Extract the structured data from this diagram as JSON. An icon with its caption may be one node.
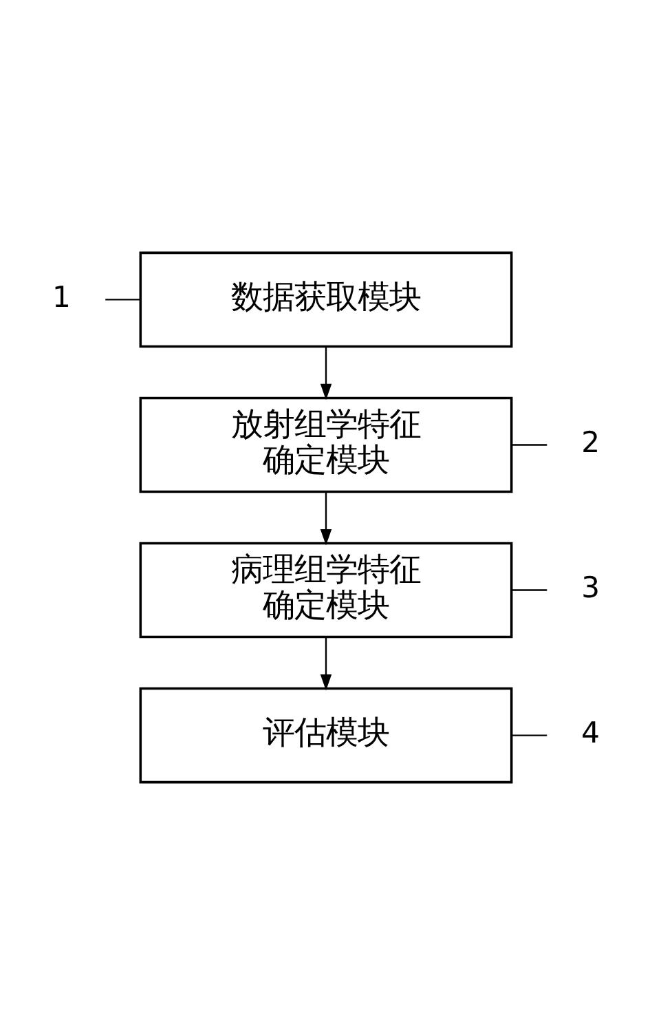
{
  "diagram": {
    "nodes": [
      {
        "text": [
          "1"
        ]
      },
      {
        "text": [
          "数据获取模块"
        ]
      },
      {
        "text": [
          "2"
        ]
      },
      {
        "text": [
          "放射组学特征确定模块"
        ]
      },
      {
        "text": [
          "3"
        ]
      },
      {
        "text": [
          "病理组学特征确定模块"
        ]
      },
      {
        "text": [
          "4"
        ]
      },
      {
        "text": [
          "评估模块"
        ]
      }
    ],
    "edges": [
      {
        "from": 1,
        "to": 3,
        "arrow": "to"
      },
      {
        "from": 3,
        "to": 5,
        "arrow": "to"
      },
      {
        "from": 5,
        "to": 7,
        "arrow": "to"
      },
      {
        "from": 0,
        "to": 1,
        "arrow": "none"
      },
      {
        "from": 2,
        "to": 3,
        "arrow": "none"
      },
      {
        "from": 4,
        "to": 5,
        "arrow": "none"
      },
      {
        "from": 6,
        "to": 7,
        "arrow": "none"
      }
    ]
  }
}
